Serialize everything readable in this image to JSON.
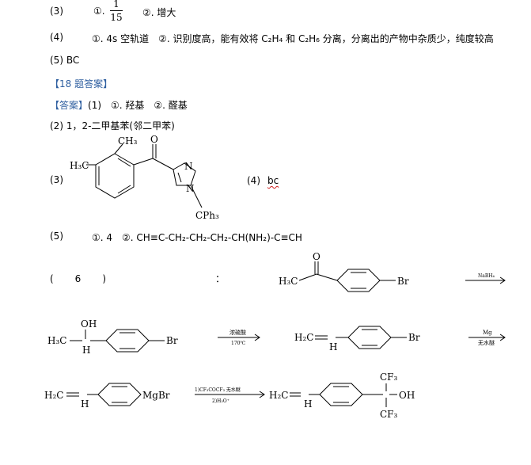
{
  "q3_top": {
    "num": "(3)",
    "opt1": "①.",
    "frac_num": "1",
    "frac_den": "15",
    "opt2": "②. 增大"
  },
  "q4": {
    "num": "(4)",
    "text": "①. 4s 空轨道　②. 识别度高，能有效将 C₂H₄ 和 C₂H₆ 分离，分离出的产物中杂质少，纯度较高"
  },
  "q5": {
    "text": "(5) BC"
  },
  "answer18": {
    "heading": "【18 题答案】",
    "tag": "【答案】",
    "part1": "(1)　①. 羟基　②. 醛基"
  },
  "part2": {
    "text": "(2) 1，2-二甲基苯(邻二甲苯)"
  },
  "part3": {
    "num": "(3)",
    "label_h3c": "H₃C",
    "label_ch3": "CH₃",
    "label_o": "O",
    "label_n": "N",
    "label_n2": "N",
    "label_cph3": "CPh₃",
    "part4_num": "(4)",
    "part4_answer": "bc"
  },
  "part5": {
    "num": "(5)",
    "text": "①. 4　②. CH≡C-CH₂-CH₂-CH₂-CH(NH₂)-C≡CH"
  },
  "part6": {
    "num": "(　　6　　)",
    "colon": "：",
    "step1_reagent": "NaBH₄",
    "step2_reagent": "浓硫酸",
    "step2_cond": "170℃",
    "step3_reagent": "Mg",
    "step3_cond": "无水醚",
    "step4_reagent": "1)CF₃COCF₃  无水醚",
    "step4_cond": "2)H₃O⁺",
    "m1_left": "H₃C",
    "m1_o": "O",
    "m1_br": "Br",
    "m2_oh": "OH",
    "m2_h3c": "H₃C",
    "m2_h": "H",
    "m2_br": "Br",
    "m3_h2c": "H₂C",
    "m3_h": "H",
    "m3_br": "Br",
    "m4_h2c": "H₂C",
    "m4_h": "H",
    "m4_mgbr": "MgBr",
    "m5_h2c": "H₂C",
    "m5_h": "H",
    "m5_cf3a": "CF₃",
    "m5_oh": "OH",
    "m5_cf3b": "CF₃"
  }
}
